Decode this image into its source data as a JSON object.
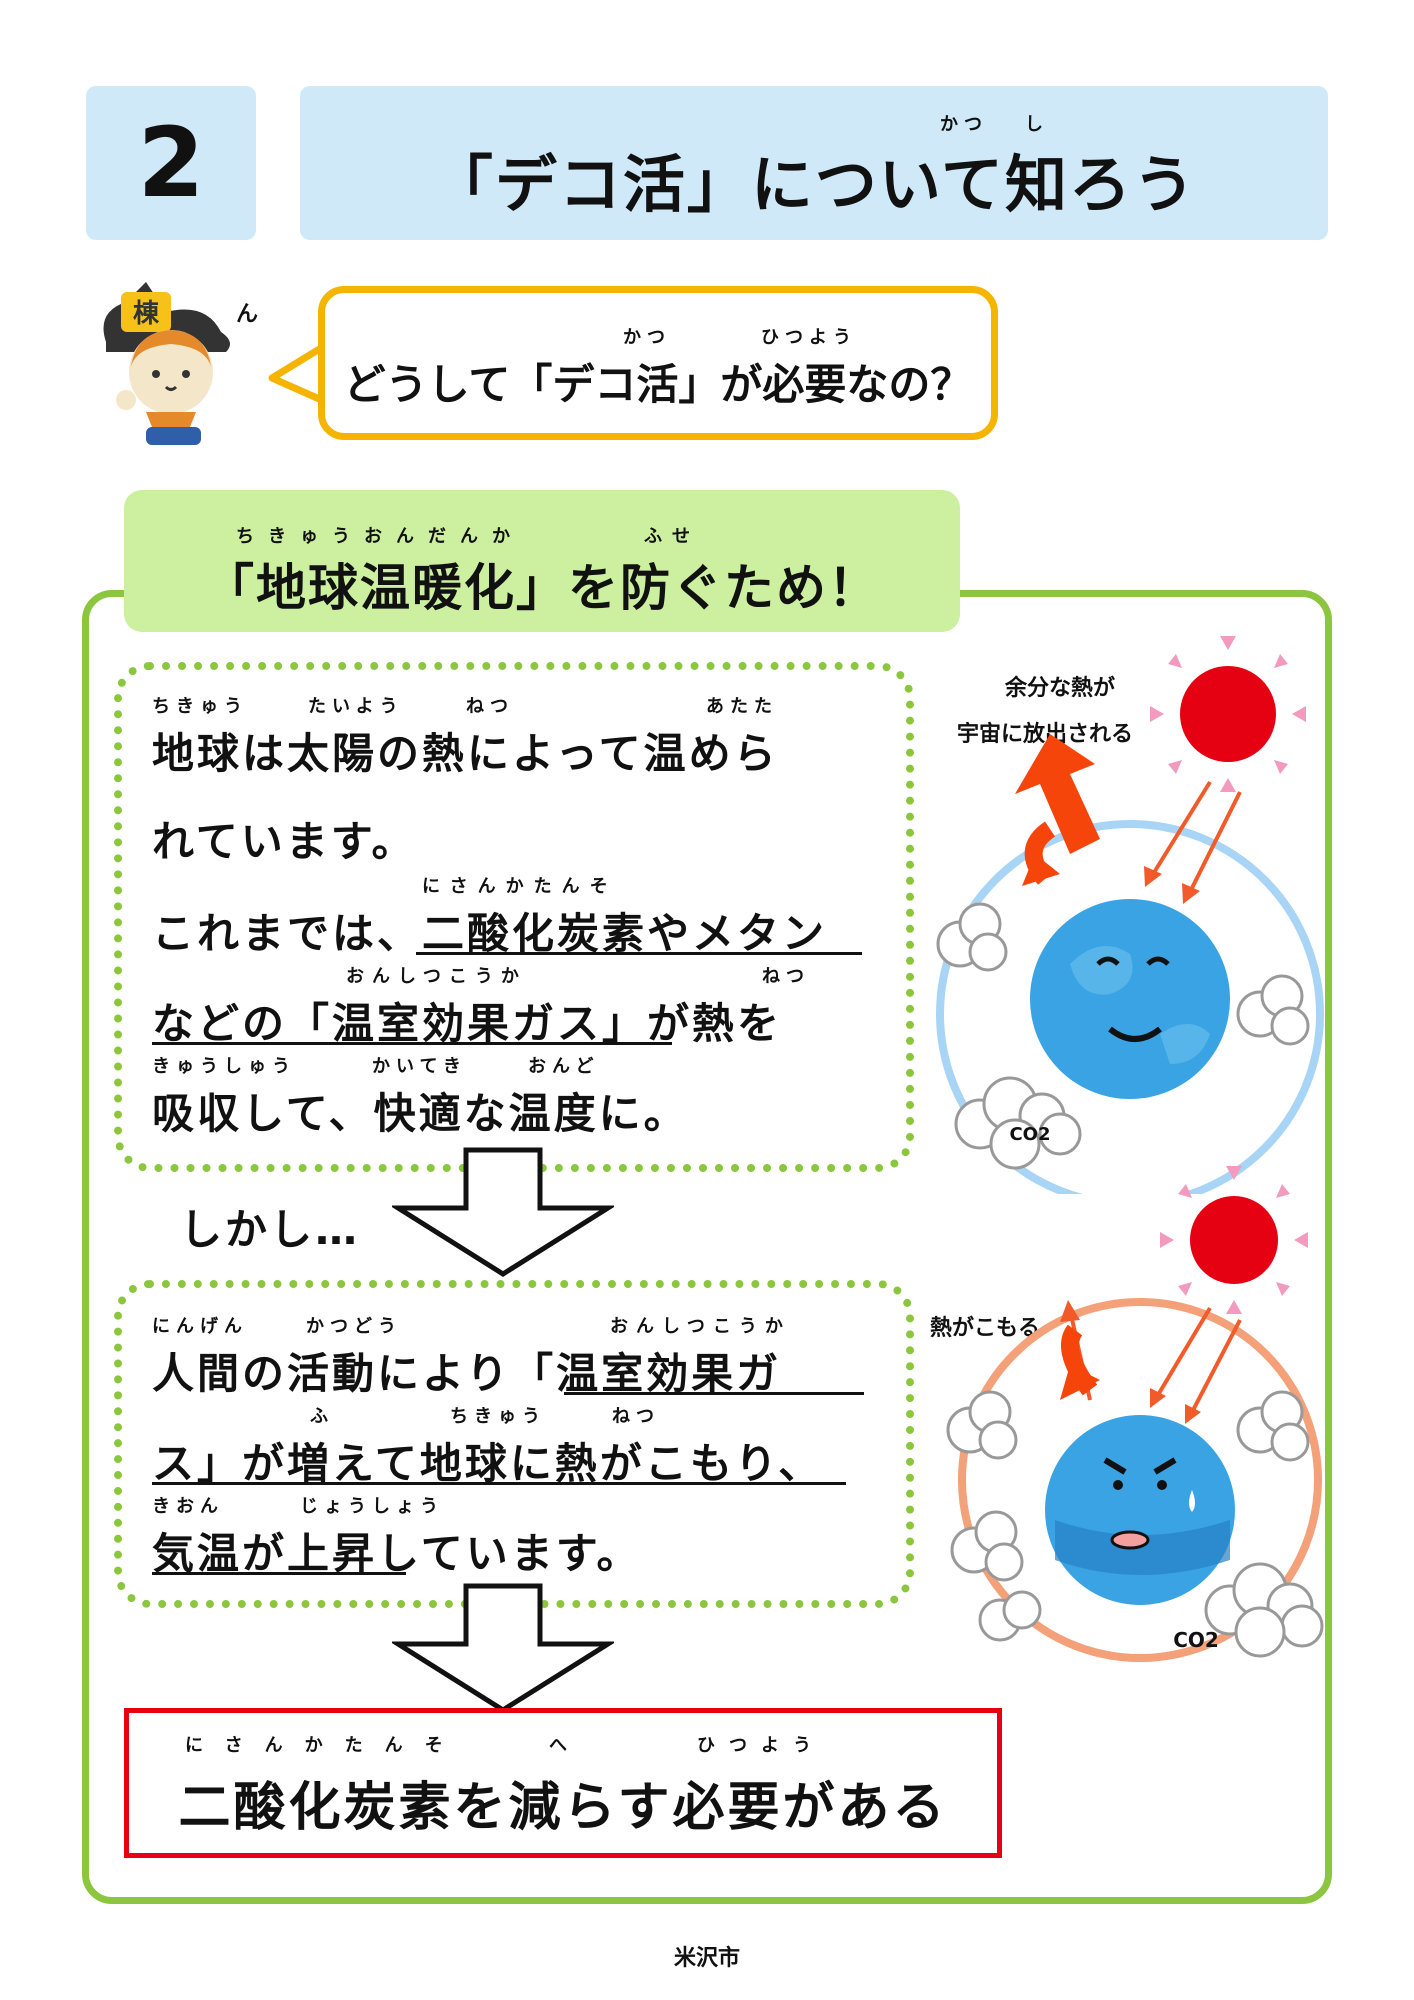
{
  "header": {
    "number": "2",
    "title": "「デコ活」について知ろう",
    "ruby_katsu": "かつ",
    "ruby_shi": "し"
  },
  "speech": {
    "text": "どうして「デコ活」が必要なの？",
    "ruby_katsu": "かつ",
    "ruby_hitsuyou": "ひつよう"
  },
  "section": {
    "title": "「地球温暖化」を防ぐため！",
    "ruby_ondanka": "ちきゅうおんだんか",
    "ruby_fuse": "ふせ"
  },
  "box1": {
    "lines": [
      "地球は太陽の熱によって温めら",
      "れています。",
      "これまでは、二酸化炭素やメタン",
      "などの「温室効果ガス」が熱を",
      "吸収して、快適な温度に。"
    ],
    "rubies": [
      "ちきゅう",
      "たいよう",
      "ねつ",
      "あたた",
      "にさんかたんそ",
      "おんしつこうか",
      "ねつ",
      "きゅうしゅう",
      "かいてき",
      "おんど"
    ]
  },
  "shikashi": "しかし…",
  "box2": {
    "lines": [
      "人間の活動により「温室効果ガ",
      "ス」が増えて地球に熱がこもり、",
      "気温が上昇しています。"
    ],
    "rubies": [
      "にんげん",
      "かつどう",
      "おんしつこうか",
      "ふ",
      "ちきゅう",
      "ねつ",
      "きおん",
      "じょうしょう"
    ]
  },
  "result": {
    "text": "二酸化炭素を減らす必要がある",
    "ruby_nisanka": "にさんかたんそ",
    "ruby_he": "へ",
    "ruby_hitsuyou": "ひつよう"
  },
  "illus1": {
    "caption_line1": "余分な熱が",
    "caption_line2": "宇宙に放出される",
    "co2": "CO2"
  },
  "illus2": {
    "caption": "熱がこもる",
    "co2": "CO2"
  },
  "mascot_text": "ん",
  "footer": "米沢市",
  "colors": {
    "header_bg": "#cfe9f8",
    "bubble_border": "#f4b400",
    "green": "#8cc63f",
    "green_light": "#ccf0a0",
    "red": "#e60012",
    "sun": "#e50012",
    "earth": "#3aa3e3"
  }
}
